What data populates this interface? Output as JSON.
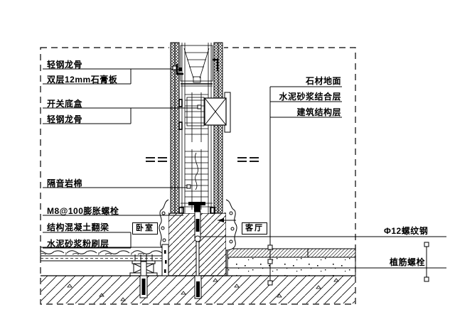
{
  "drawing": {
    "type": "construction-detail-section",
    "annotations_left": [
      "轻钢龙骨",
      "双层12mm石膏板",
      "开关底盒",
      "轻钢龙骨",
      "隔音岩棉",
      "M8@100膨胀螺栓",
      "结构混凝土翻梁",
      "水泥砂浆粉刷层"
    ],
    "annotations_right": [
      "石材地面",
      "水泥砂浆结合层",
      "建筑结构层"
    ],
    "annotations_far_right": [
      "Φ12螺纹钢",
      "植筋螺栓"
    ],
    "rooms": [
      "卧室",
      "客厅"
    ],
    "colors": {
      "line": "#000000",
      "background": "#ffffff"
    }
  }
}
